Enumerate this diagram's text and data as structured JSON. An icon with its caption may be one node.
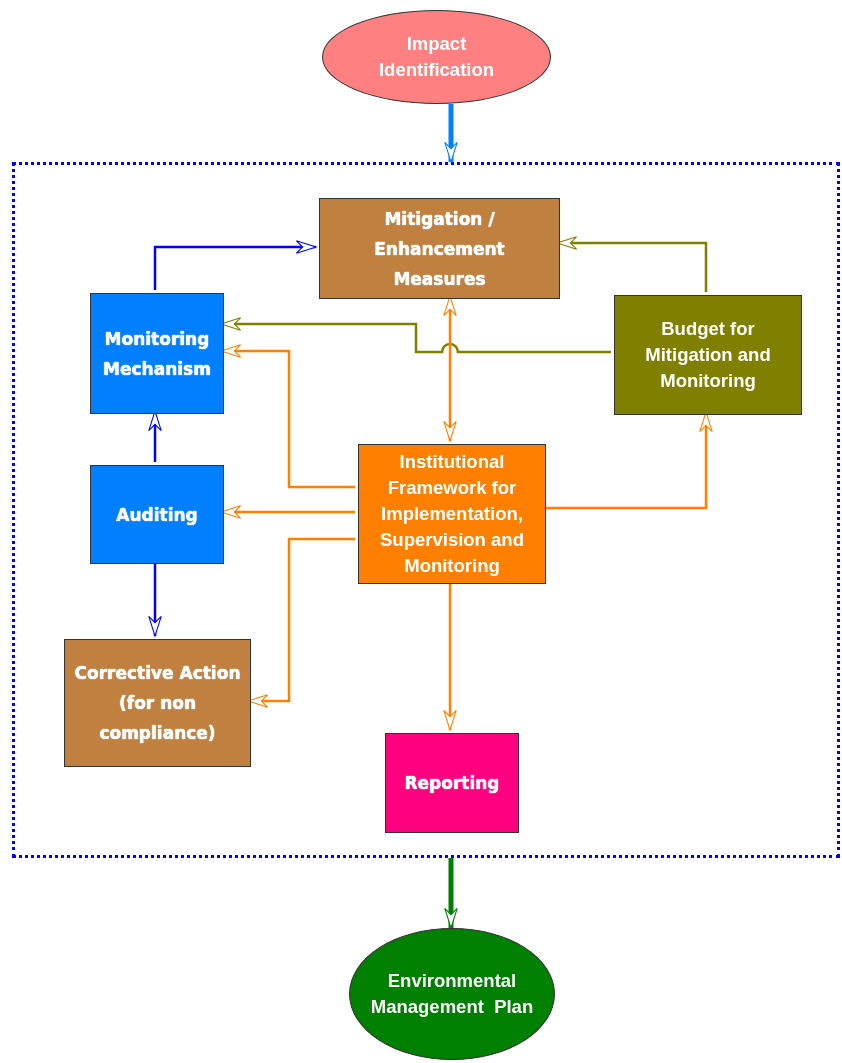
{
  "diagram": {
    "nodes": [
      {
        "text": [
          "Impact Identification"
        ]
      },
      {
        "text": [],
        "shape": "box"
      },
      {
        "text": [
          "Mitigation / Enhancement Measures"
        ],
        "in": 1
      },
      {
        "text": [
          "Monitoring Mechanism"
        ],
        "in": 1
      },
      {
        "text": [
          "Budget for Mitigation and Monitoring"
        ],
        "in": 1
      },
      {
        "text": [
          "Institutional Framework for Implementation, Supervision and Monitoring"
        ],
        "in": 1
      },
      {
        "text": [
          "Auditing"
        ],
        "in": 1
      },
      {
        "text": [
          "Corrective Action (for non compliance)"
        ],
        "in": 1
      },
      {
        "text": [
          "Reporting"
        ],
        "in": 1
      },
      {
        "text": [
          "Environmental Management  Plan"
        ]
      }
    ],
    "edges": [
      {
        "from": 0,
        "to": 1,
        "arrow": "to",
        "style": "thick",
        "color": "#0080ff"
      },
      {
        "from": 3,
        "to": 2,
        "arrow": "to",
        "color": "#0000ff"
      },
      {
        "from": 4,
        "to": 2,
        "arrow": "to",
        "color": "#808000"
      },
      {
        "from": 4,
        "to": 3,
        "arrow": "to",
        "color": "#808000"
      },
      {
        "from": 5,
        "to": 2,
        "arrow": "both"
      },
      {
        "from": 5,
        "to": 3,
        "arrow": "to"
      },
      {
        "from": 5,
        "to": 6,
        "arrow": "to"
      },
      {
        "from": 5,
        "to": 4,
        "arrow": "to"
      },
      {
        "from": 5,
        "to": 7,
        "arrow": "to"
      },
      {
        "from": 5,
        "to": 8,
        "arrow": "to"
      },
      {
        "from": 6,
        "to": 3,
        "arrow": "to",
        "color": "#0000ff"
      },
      {
        "from": 6,
        "to": 7,
        "arrow": "to",
        "color": "#0000ff"
      },
      {
        "from": 1,
        "to": 9,
        "arrow": "to",
        "style": "thick",
        "color": "#008000"
      }
    ]
  }
}
